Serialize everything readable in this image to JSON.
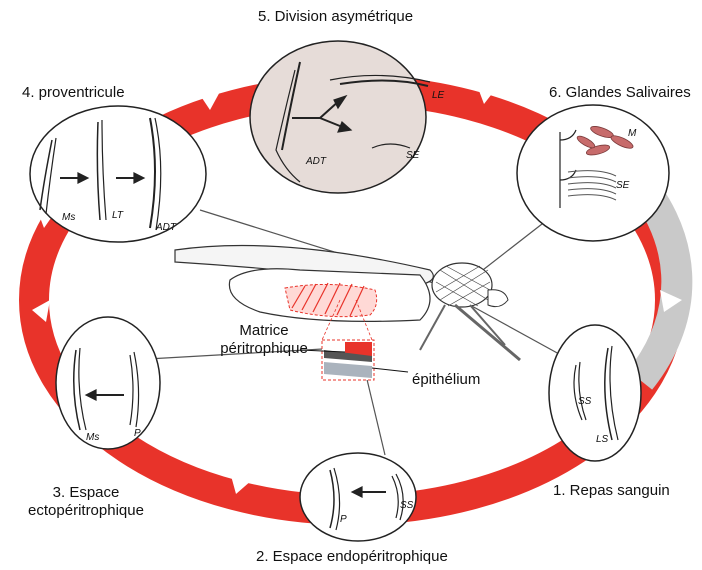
{
  "stages": [
    {
      "id": "s1",
      "label": "1. Repas sanguin",
      "forms": [
        "SS",
        "LS"
      ]
    },
    {
      "id": "s2",
      "label": "2. Espace endopéritrophique",
      "forms": [
        "P",
        "SS"
      ]
    },
    {
      "id": "s3",
      "label_lines": [
        "3. Espace",
        "ectopéritrophique"
      ],
      "forms": [
        "Ms",
        "P"
      ]
    },
    {
      "id": "s4",
      "label": "4. proventricule",
      "forms": [
        "Ms",
        "LT",
        "ADT"
      ]
    },
    {
      "id": "s5",
      "label": "5. Division asymétrique",
      "forms": [
        "ADT",
        "LE",
        "SE"
      ]
    },
    {
      "id": "s6",
      "label": "6. Glandes Salivaires",
      "forms": [
        "M",
        "SE"
      ]
    }
  ],
  "anatomy": {
    "matrix_lines": [
      "Matrice",
      "péritrophique"
    ],
    "epithelium": "épithélium"
  },
  "colors": {
    "cycle_arrow": "#e8332a",
    "grey_arrow": "#c9c9c9",
    "bubble_fill": "#ffffff",
    "bubble_fill_division": "#e6dcd8",
    "outline": "#222222",
    "parasite_pink": "#c76b6b"
  }
}
